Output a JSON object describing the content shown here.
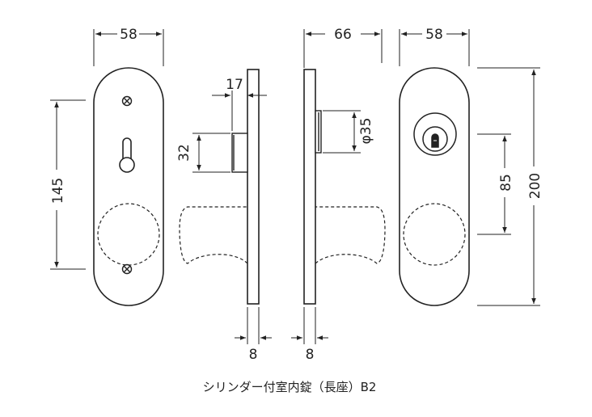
{
  "caption": "シリンダー付室内錠（長座）B2",
  "dimensions": {
    "left_plate_width": "58",
    "left_screw_span": "145",
    "side_projection": "17",
    "side_thumbturn_height": "32",
    "left_side_thickness": "8",
    "right_side_depth": "66",
    "cylinder_diameter": "φ35",
    "right_side_thickness": "8",
    "right_plate_width": "58",
    "right_center_distance": "85",
    "right_plate_height": "200"
  },
  "colors": {
    "line": "#222222",
    "background": "#ffffff"
  }
}
